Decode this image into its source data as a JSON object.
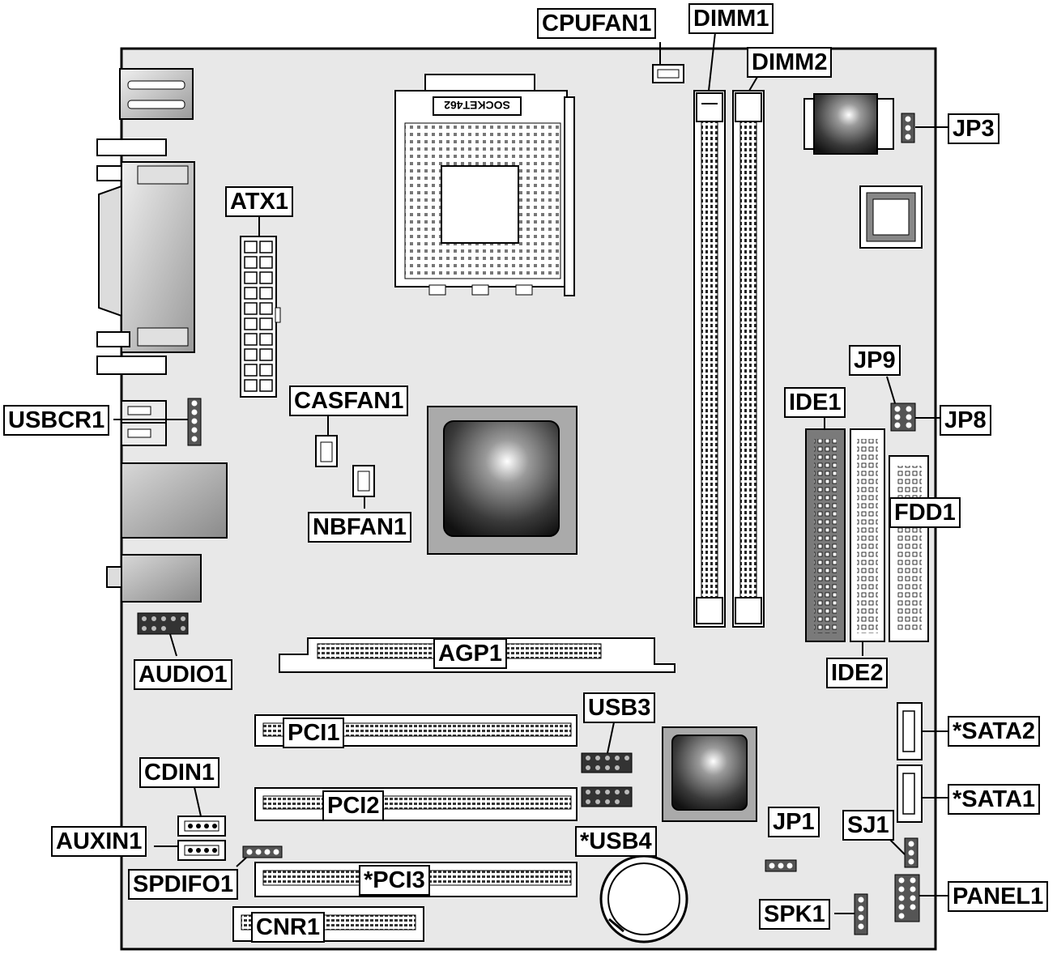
{
  "labels": {
    "cpufan1": "CPUFAN1",
    "dimm1": "DIMM1",
    "dimm2": "DIMM2",
    "jp3": "JP3",
    "atx1": "ATX1",
    "socket": "SOCKET462",
    "usbcr1": "USBCR1",
    "casfan1": "CASFAN1",
    "nbfan1": "NBFAN1",
    "ide1": "IDE1",
    "jp9": "JP9",
    "jp8": "JP8",
    "fdd1": "FDD1",
    "ide2": "IDE2",
    "agp1": "AGP1",
    "audio1": "AUDIO1",
    "usb3": "USB3",
    "pci1": "PCI1",
    "sata2": "*SATA2",
    "sata1": "*SATA1",
    "cdin1": "CDIN1",
    "pci2": "PCI2",
    "auxin1": "AUXIN1",
    "usb4": "*USB4",
    "jp1": "JP1",
    "sj1": "SJ1",
    "spdifo1": "SPDIFO1",
    "pci3": "*PCI3",
    "panel1": "PANEL1",
    "spk1": "SPK1",
    "cnr1": "CNR1"
  },
  "colors": {
    "board": "#e8e8e8",
    "outline": "#000000",
    "label_bg": "#ffffff",
    "ide1_fill": "#7a7a7a"
  }
}
